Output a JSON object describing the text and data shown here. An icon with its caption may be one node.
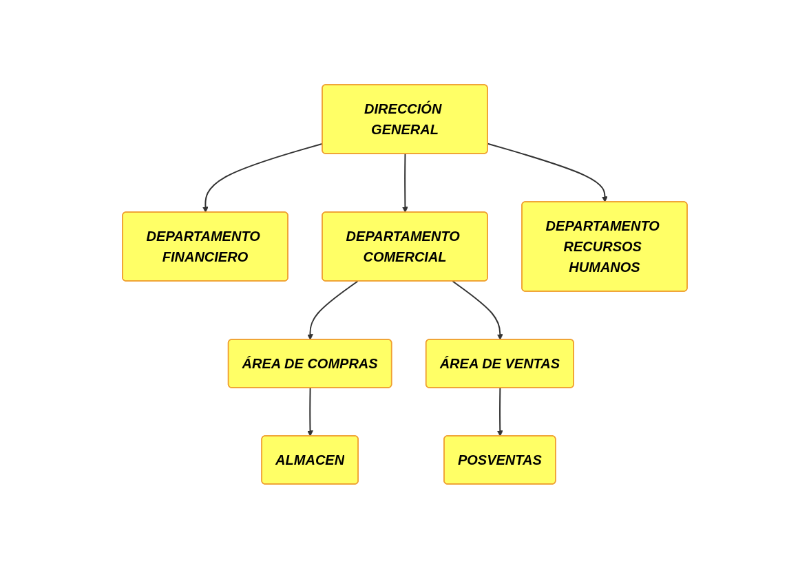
{
  "diagram": {
    "nodes": [
      {
        "text": [
          "DIRECCIÓN GENERAL"
        ]
      },
      {
        "text": [
          "DEPARTAMENTO FINANCIERO"
        ]
      },
      {
        "text": [
          "DEPARTAMENTO COMERCIAL"
        ]
      },
      {
        "text": [
          "DEPARTAMENTO RECURSOS HUMANOS"
        ]
      },
      {
        "text": [
          "ÁREA DE COMPRAS"
        ]
      },
      {
        "text": [
          "ÁREA DE VENTAS"
        ]
      },
      {
        "text": [
          "ALMACEN"
        ]
      },
      {
        "text": [
          "POSVENTAS"
        ]
      }
    ],
    "edges": [
      {
        "from": 0,
        "to": 1,
        "arrow": "to"
      },
      {
        "from": 0,
        "to": 2,
        "arrow": "to"
      },
      {
        "from": 0,
        "to": 3,
        "arrow": "to"
      },
      {
        "from": 2,
        "to": 4,
        "arrow": "to"
      },
      {
        "from": 2,
        "to": 5,
        "arrow": "to"
      },
      {
        "from": 4,
        "to": 6,
        "arrow": "to"
      },
      {
        "from": 5,
        "to": 7,
        "arrow": "to"
      }
    ]
  }
}
